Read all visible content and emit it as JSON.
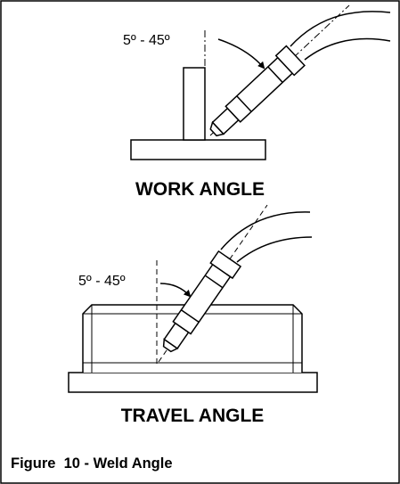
{
  "work_angle": {
    "angle_range": "5º - 45º",
    "title": "WORK ANGLE"
  },
  "travel_angle": {
    "angle_range": "5º - 45º",
    "title": "TRAVEL ANGLE"
  },
  "caption": "Figure  10 - Weld Angle",
  "colors": {
    "stroke": "#000000",
    "background": "#ffffff"
  }
}
